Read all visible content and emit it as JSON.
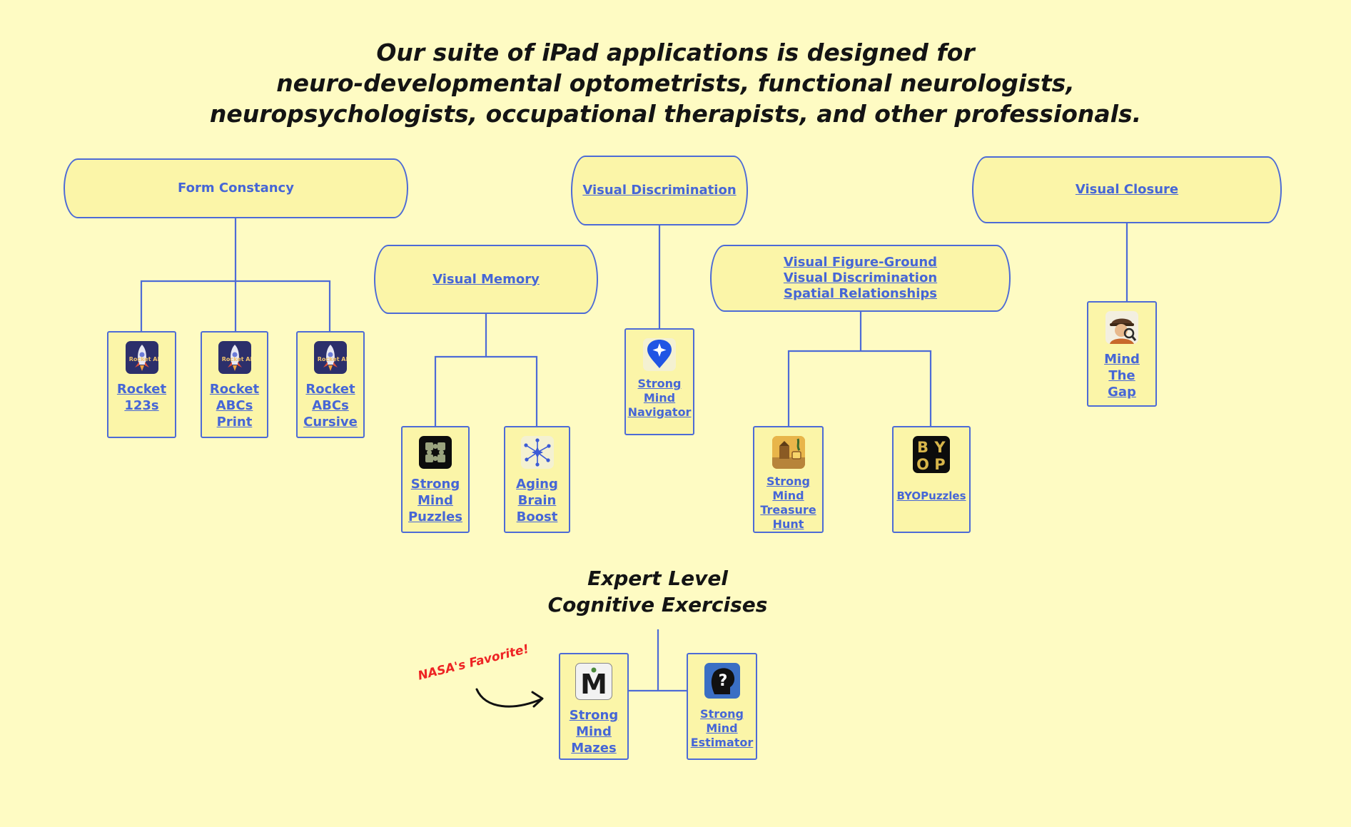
{
  "headline": [
    "Our suite of iPad applications is designed for",
    "neuro-developmental optometrists, functional neurologists,",
    "neuropsychologists, occupational therapists, and other professionals."
  ],
  "categories": {
    "form_constancy": [
      "Form Constancy"
    ],
    "visual_memory": [
      "Visual Memory"
    ],
    "visual_discrimination": [
      "Visual Discrimination"
    ],
    "figure_ground": [
      "Visual Figure-Ground",
      "Visual Discrimination",
      "Spatial Relationships"
    ],
    "visual_closure": [
      "Visual Closure"
    ]
  },
  "apps": {
    "rocket_123s": {
      "label": [
        "Rocket",
        "123s"
      ],
      "icon": "rocket-icon",
      "icon_text": "Rocket ABCs"
    },
    "rocket_abcs_print": {
      "label": [
        "Rocket",
        "ABCs",
        "Print"
      ],
      "icon": "rocket-icon",
      "icon_text": "Rocket ABCs"
    },
    "rocket_abcs_cursive": {
      "label": [
        "Rocket",
        "ABCs",
        "Cursive"
      ],
      "icon": "rocket-icon",
      "icon_text": "Rocket ABCs"
    },
    "strong_mind_puzzles": {
      "label": [
        "Strong",
        "Mind",
        "Puzzles"
      ],
      "icon": "puzzle-icon"
    },
    "aging_brain_boost": {
      "label": [
        "Aging",
        "Brain",
        "Boost"
      ],
      "icon": "network-star-icon"
    },
    "strong_mind_navigator": {
      "label": [
        "Strong",
        "Mind",
        "Navigator"
      ],
      "icon": "map-pin-star-icon"
    },
    "strong_mind_treasure_hunt": {
      "label": [
        "Strong",
        "Mind",
        "Treasure",
        "Hunt"
      ],
      "icon": "treasure-scene-icon"
    },
    "byopuzzles": {
      "label": [
        "BYOPuzzles"
      ],
      "icon": "byop-letters-icon",
      "icon_letters": [
        "B",
        "Y",
        "O",
        "P"
      ]
    },
    "mind_the_gap": {
      "label": [
        "Mind",
        "The",
        "Gap"
      ],
      "icon": "detective-icon"
    },
    "strong_mind_mazes": {
      "label": [
        "Strong",
        "Mind",
        "Mazes"
      ],
      "icon": "letter-m-icon",
      "icon_letter": "M"
    },
    "strong_mind_estimator": {
      "label": [
        "Strong",
        "Mind",
        "Estimator"
      ],
      "icon": "question-head-icon",
      "icon_letter": "?"
    }
  },
  "expert": [
    "Expert Level",
    "Cognitive Exercises"
  ],
  "nasa_note": "NASA's Favorite!",
  "colors": {
    "background": "#fefbc3",
    "box_fill": "#fbf5a8",
    "border": "#4d6bd6",
    "link_text": "#4666d6",
    "headline_text": "#141414",
    "accent_red": "#ee2424"
  }
}
